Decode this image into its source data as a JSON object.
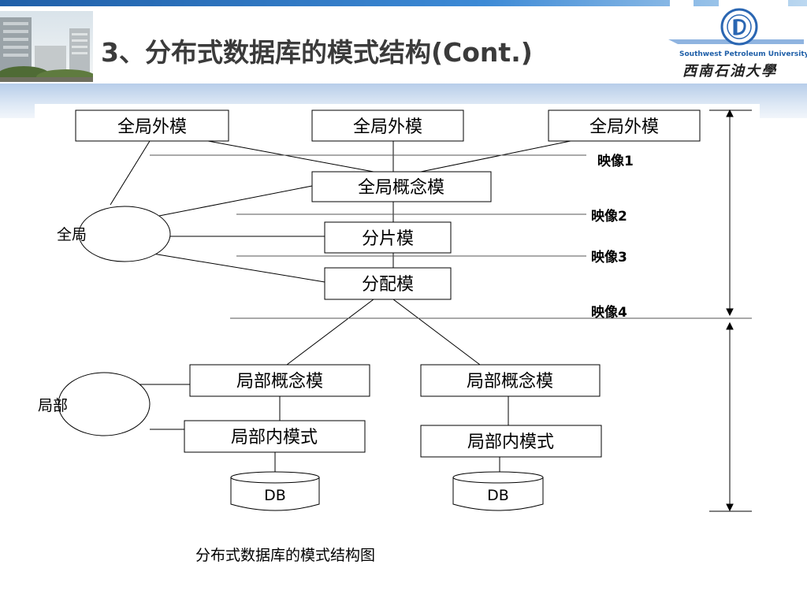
{
  "slide": {
    "title": "3、分布式数据库的模式结构(Cont.)",
    "university_en": "Southwest Petroleum University",
    "university_cn": "西南石油大學",
    "caption": "分布式数据库的模式结构图"
  },
  "diagram": {
    "global_external_schemas": [
      "全局外模",
      "全局外模",
      "全局外模"
    ],
    "global_conceptual_schema": "全局概念模",
    "fragmentation_schema": "分片模",
    "allocation_schema": "分配模",
    "local_conceptual_schemas": [
      "局部概念模",
      "局部概念模"
    ],
    "local_internal_schemas": [
      "局部内模式",
      "局部内模式"
    ],
    "databases": [
      "DB",
      "DB"
    ],
    "global_label": "全局",
    "local_label": "局部",
    "mappings": [
      "映像1",
      "映像2",
      "映像3",
      "映像4"
    ]
  }
}
